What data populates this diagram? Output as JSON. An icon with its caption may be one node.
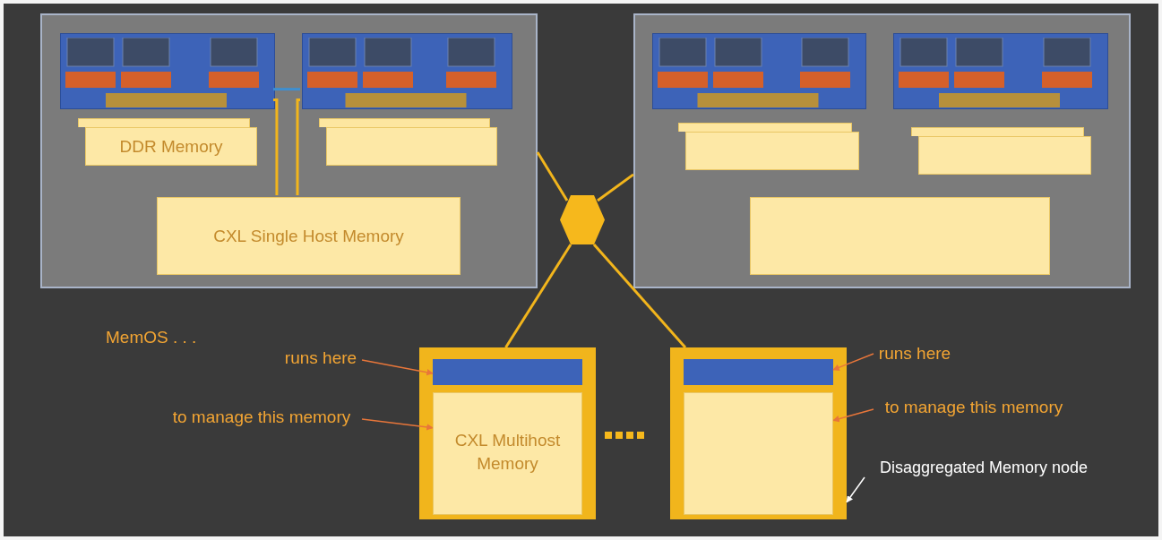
{
  "diagram": {
    "nodes": [
      {
        "text": [],
        "shape": "box"
      },
      {
        "text": [],
        "shape": "box",
        "in": 0
      },
      {
        "text": [],
        "shape": "box",
        "in": 0
      },
      {
        "text": [
          "DDR Memory"
        ],
        "in": 0
      },
      {
        "text": [],
        "shape": "box",
        "in": 0
      },
      {
        "text": [
          "CXL Single Host Memory"
        ],
        "in": 0
      },
      {
        "text": [],
        "shape": "box"
      },
      {
        "text": [],
        "shape": "box",
        "in": 6
      },
      {
        "text": [],
        "shape": "box",
        "in": 6
      },
      {
        "text": [],
        "shape": "box",
        "in": 6
      },
      {
        "text": [],
        "shape": "box",
        "in": 6
      },
      {
        "text": [],
        "shape": "box",
        "in": 6
      },
      {
        "text": [],
        "shape": "hexagon"
      },
      {
        "text": [],
        "shape": "box"
      },
      {
        "text": [],
        "shape": "bar",
        "in": 13
      },
      {
        "text": [
          "CXL Multihost Memory"
        ],
        "in": 13
      },
      {
        "text": [],
        "shape": "box"
      },
      {
        "text": [],
        "shape": "bar",
        "in": 16
      },
      {
        "text": [],
        "shape": "box",
        "in": 16
      },
      {
        "text": [
          "runs here"
        ]
      },
      {
        "text": [
          "to manage this memory"
        ]
      },
      {
        "text": [
          "runs here"
        ]
      },
      {
        "text": [
          "to manage this memory"
        ]
      },
      {
        "text": [
          "Disaggregated Memory node"
        ]
      },
      {
        "text": [],
        "shape": "box",
        "in": 0
      },
      {
        "text": [],
        "shape": "box",
        "in": 0
      },
      {
        "text": [],
        "shape": "box",
        "in": 6
      },
      {
        "text": [],
        "shape": "box",
        "in": 6
      }
    ],
    "edges": [
      {
        "from": 1,
        "to": 2,
        "arrow": "none",
        "color": "#3f8fd0"
      },
      {
        "from": 1,
        "to": 5,
        "arrow": "none"
      },
      {
        "from": 2,
        "to": 5,
        "arrow": "none"
      },
      {
        "from": 0,
        "to": 12,
        "arrow": "none"
      },
      {
        "from": 6,
        "to": 12,
        "arrow": "none"
      },
      {
        "from": 12,
        "to": 13,
        "arrow": "none"
      },
      {
        "from": 12,
        "to": 16,
        "arrow": "none"
      },
      {
        "from": 19,
        "to": 14,
        "arrow": "to",
        "color": "#e8763a"
      },
      {
        "from": 20,
        "to": 15,
        "arrow": "to",
        "color": "#e8763a"
      },
      {
        "from": 21,
        "to": 17,
        "arrow": "to",
        "color": "#e8763a"
      },
      {
        "from": 22,
        "to": 18,
        "arrow": "to",
        "color": "#e8763a"
      },
      {
        "from": 23,
        "to": 16,
        "arrow": "to",
        "color": "#ffffff"
      }
    ],
    "labels": [
      "MemOS . . ."
    ]
  }
}
